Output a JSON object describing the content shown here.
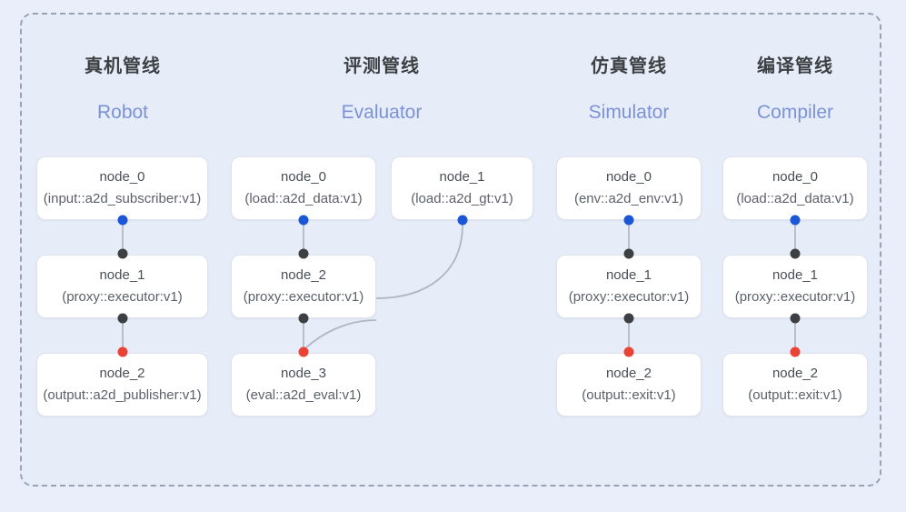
{
  "canvas": {
    "background": "#e9eefa",
    "frame_background": "#e7ecf9",
    "frame_border_color": "#9aa3b5",
    "accent_blue": "#1a56d6",
    "accent_black": "#3c4043",
    "accent_red": "#ea4335",
    "heading_color": "#3c4043",
    "subheading_color": "#7b93d6",
    "edge_color": "#b0b6c2"
  },
  "columns": [
    {
      "id": "robot",
      "title_zh": "真机管线",
      "title_en": "Robot",
      "nodes": [
        {
          "id": "robot-node-0",
          "name": "node_0",
          "spec": "(input::a2d_subscriber:v1)"
        },
        {
          "id": "robot-node-1",
          "name": "node_1",
          "spec": "(proxy::executor:v1)"
        },
        {
          "id": "robot-node-2",
          "name": "node_2",
          "spec": "(output::a2d_publisher:v1)"
        }
      ]
    },
    {
      "id": "evaluator",
      "title_zh": "评测管线",
      "title_en": "Evaluator",
      "nodes": [
        {
          "id": "eval-node-0",
          "name": "node_0",
          "spec": "(load::a2d_data:v1)"
        },
        {
          "id": "eval-node-1",
          "name": "node_1",
          "spec": "(load::a2d_gt:v1)"
        },
        {
          "id": "eval-node-2",
          "name": "node_2",
          "spec": "(proxy::executor:v1)"
        },
        {
          "id": "eval-node-3",
          "name": "node_3",
          "spec": "(eval::a2d_eval:v1)"
        }
      ]
    },
    {
      "id": "simulator",
      "title_zh": "仿真管线",
      "title_en": "Simulator",
      "nodes": [
        {
          "id": "sim-node-0",
          "name": "node_0",
          "spec": "(env::a2d_env:v1)"
        },
        {
          "id": "sim-node-1",
          "name": "node_1",
          "spec": "(proxy::executor:v1)"
        },
        {
          "id": "sim-node-2",
          "name": "node_2",
          "spec": "(output::exit:v1)"
        }
      ]
    },
    {
      "id": "compiler",
      "title_zh": "编译管线",
      "title_en": "Compiler",
      "nodes": [
        {
          "id": "comp-node-0",
          "name": "node_0",
          "spec": "(load::a2d_data:v1)"
        },
        {
          "id": "comp-node-1",
          "name": "node_1",
          "spec": "(proxy::executor:v1)"
        },
        {
          "id": "comp-node-2",
          "name": "node_2",
          "spec": "(output::exit:v1)"
        }
      ]
    }
  ],
  "ports": {
    "output_blue": "output-port-blue",
    "input_black": "input-port-black",
    "output_black": "output-port-black",
    "input_red": "input-port-red"
  }
}
